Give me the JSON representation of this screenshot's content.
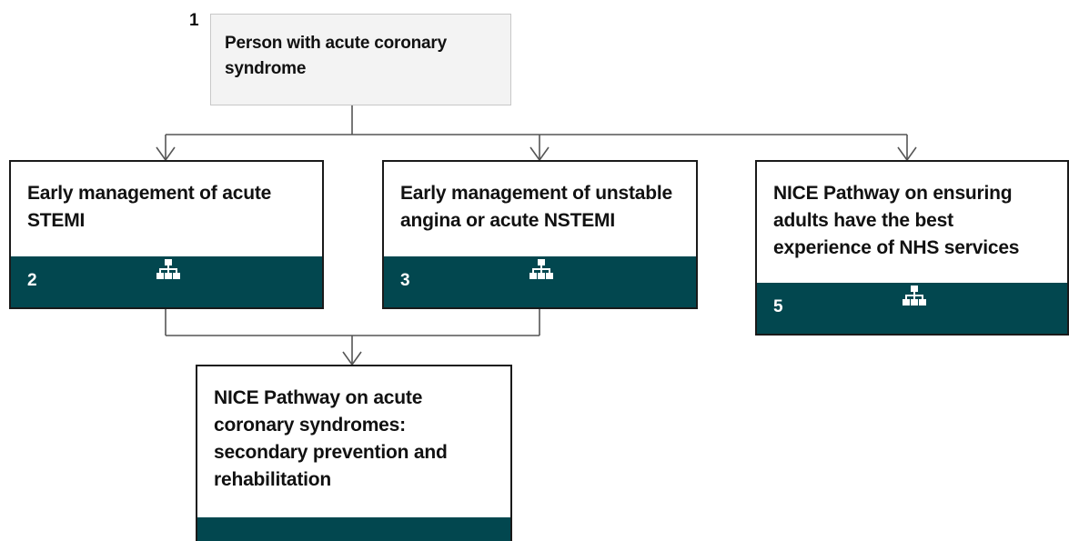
{
  "diagram": {
    "start": {
      "number": "1",
      "title": "Person with acute coronary syndrome"
    },
    "stemi": {
      "title": "Early management of acute STEMI",
      "number": "2",
      "icon": "sitemap-icon"
    },
    "nstemi": {
      "title": "Early management of unstable angina or acute NSTEMI",
      "number": "3",
      "icon": "sitemap-icon"
    },
    "experience": {
      "title": "NICE Pathway on ensuring adults have the best experience of NHS services",
      "number": "5",
      "icon": "sitemap-icon"
    },
    "secondary": {
      "title": "NICE Pathway on acute coronary syndromes: secondary prevention and rehabilitation"
    }
  },
  "colors": {
    "footer": "#02474f",
    "start_box": "#f3f3f3",
    "connector": "#555555"
  }
}
